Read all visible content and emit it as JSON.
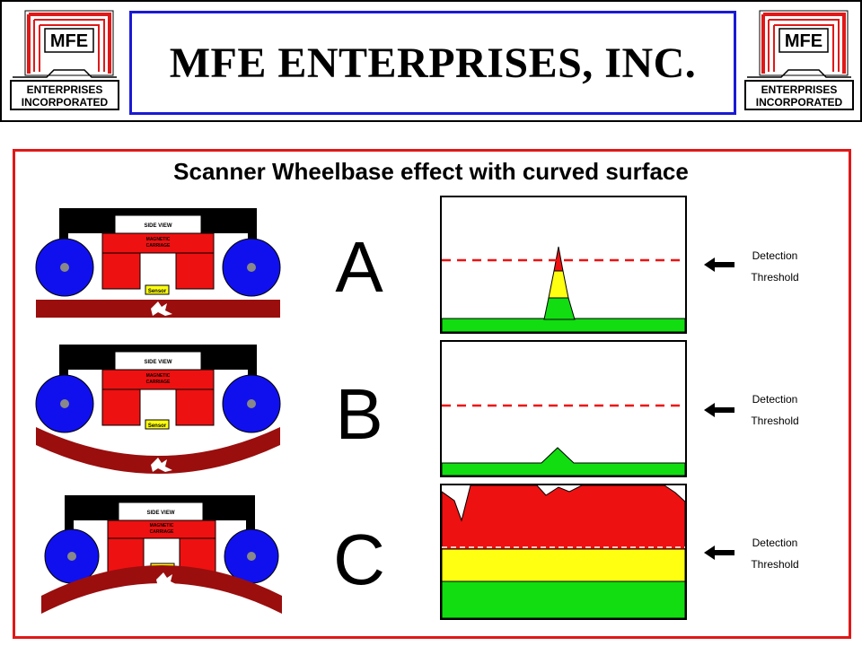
{
  "header": {
    "company_name": "MFE ENTERPRISES, INC.",
    "logo": {
      "badge": "MFE",
      "line1": "ENTERPRISES",
      "line2": "INCORPORATED"
    }
  },
  "diagram": {
    "title": "Scanner Wheelbase effect with curved surface",
    "carriage": {
      "side_view": "SIDE VIEW",
      "magnetic_line1": "MAGNETIC",
      "magnetic_line2": "CARRIAGE",
      "sensor": "Sensor"
    },
    "rows": [
      {
        "letter": "A",
        "surface": "flat",
        "threshold_label_line1": "Detection",
        "threshold_label_line2": "Threshold"
      },
      {
        "letter": "B",
        "surface": "concave",
        "threshold_label_line1": "Detection",
        "threshold_label_line2": "Threshold"
      },
      {
        "letter": "C",
        "surface": "convex",
        "threshold_label_line1": "Detection",
        "threshold_label_line2": "Threshold"
      }
    ]
  },
  "colors": {
    "title_border": "#1a1ad4",
    "panel_border": "#e01818",
    "wheel": "#1010ee",
    "carriage": "#ee1111",
    "surface": "#9a0e0e",
    "green": "#11dd11",
    "yellow": "#ffff11",
    "red": "#ee1111",
    "threshold": "#ee1111"
  }
}
